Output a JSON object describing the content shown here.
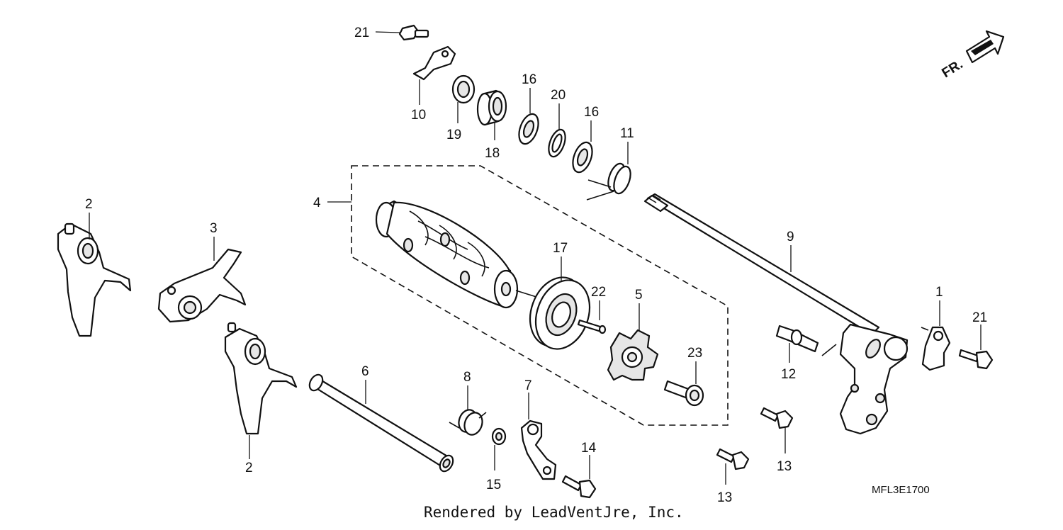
{
  "callouts": [
    {
      "id": "c21a",
      "text": "21"
    },
    {
      "id": "c10",
      "text": "10"
    },
    {
      "id": "c19",
      "text": "19"
    },
    {
      "id": "c18",
      "text": "18"
    },
    {
      "id": "c16a",
      "text": "16"
    },
    {
      "id": "c20",
      "text": "20"
    },
    {
      "id": "c16b",
      "text": "16"
    },
    {
      "id": "c11",
      "text": "11"
    },
    {
      "id": "c4",
      "text": "4"
    },
    {
      "id": "c2a",
      "text": "2"
    },
    {
      "id": "c3",
      "text": "3"
    },
    {
      "id": "c17",
      "text": "17"
    },
    {
      "id": "c22",
      "text": "22"
    },
    {
      "id": "c5",
      "text": "5"
    },
    {
      "id": "c9",
      "text": "9"
    },
    {
      "id": "c1",
      "text": "1"
    },
    {
      "id": "c21b",
      "text": "21"
    },
    {
      "id": "c12",
      "text": "12"
    },
    {
      "id": "c23",
      "text": "23"
    },
    {
      "id": "c6",
      "text": "6"
    },
    {
      "id": "c8",
      "text": "8"
    },
    {
      "id": "c7",
      "text": "7"
    },
    {
      "id": "c14",
      "text": "14"
    },
    {
      "id": "c15",
      "text": "15"
    },
    {
      "id": "c13a",
      "text": "13"
    },
    {
      "id": "c13b",
      "text": "13"
    },
    {
      "id": "c2b",
      "text": "2"
    }
  ],
  "orientation_label": "FR.",
  "diagram_code": "MFL3E1700",
  "credit": "Rendered by LeadVentJre, Inc."
}
